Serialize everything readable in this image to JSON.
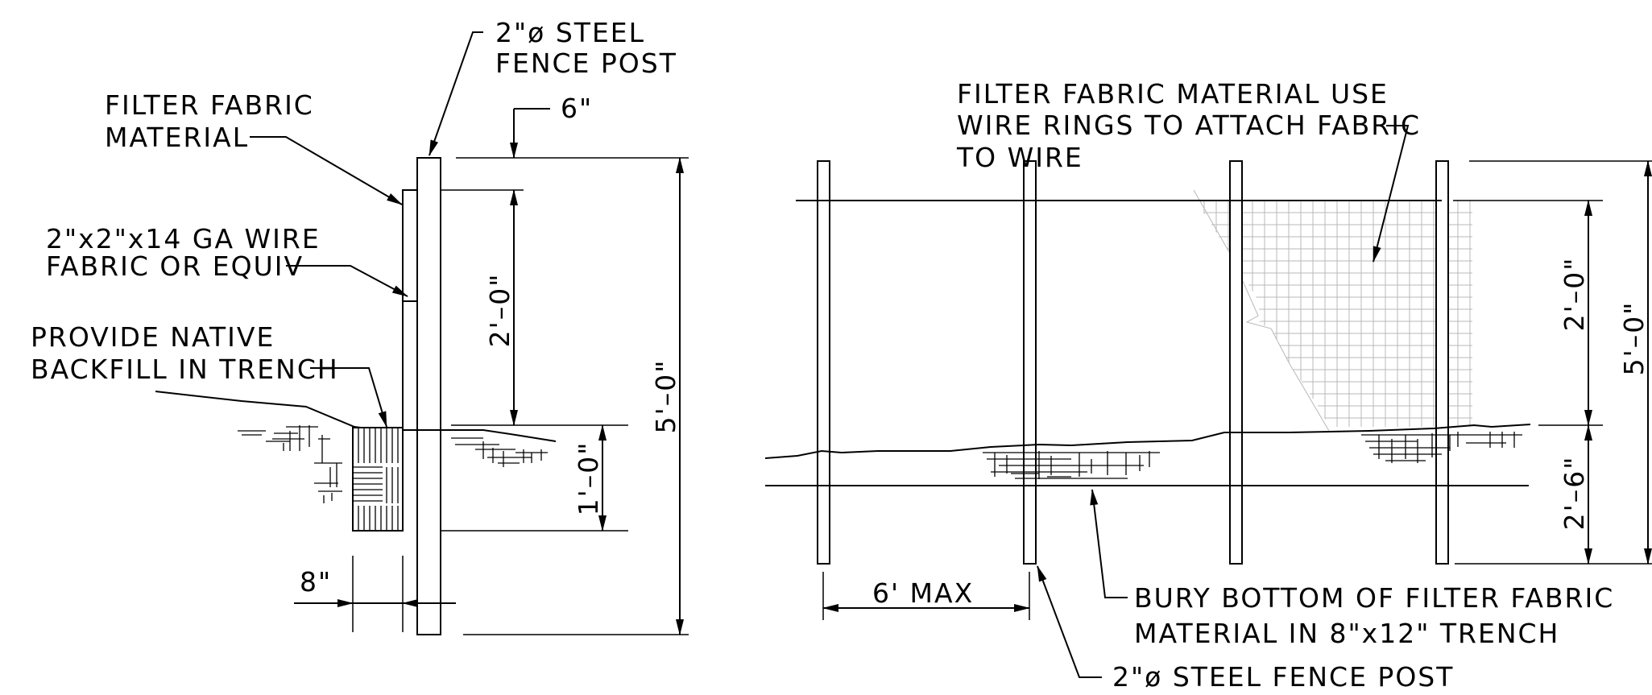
{
  "left_view": {
    "post_label": [
      "2\"ø STEEL",
      "FENCE POST"
    ],
    "fabric_label": [
      "FILTER FABRIC",
      "MATERIAL"
    ],
    "wire_label": [
      "2\"x2\"x14 GA WIRE",
      "FABRIC OR EQUIV"
    ],
    "backfill_label": [
      "PROVIDE NATIVE",
      "BACKFILL IN TRENCH"
    ],
    "dim_top_offset": "6\"",
    "dim_fabric_height": "2'–0\"",
    "dim_bury_depth": "1'–0\"",
    "dim_overall": "5'–0\"",
    "dim_trench_width": "8\""
  },
  "right_view": {
    "fabric_note": [
      "FILTER FABRIC MATERIAL  USE",
      "WIRE RINGS TO ATTACH FABRIC",
      "TO WIRE"
    ],
    "dim_post_spacing": "6'  MAX",
    "bury_note": [
      "BURY BOTTOM OF FILTER FABRIC",
      "MATERIAL IN 8\"x12\" TRENCH"
    ],
    "post_note": "2\"ø STEEL FENCE POST",
    "dim_above_grade": "2'–0\"",
    "dim_below_grade": "2'–6\"",
    "dim_overall": "5'–0\""
  }
}
